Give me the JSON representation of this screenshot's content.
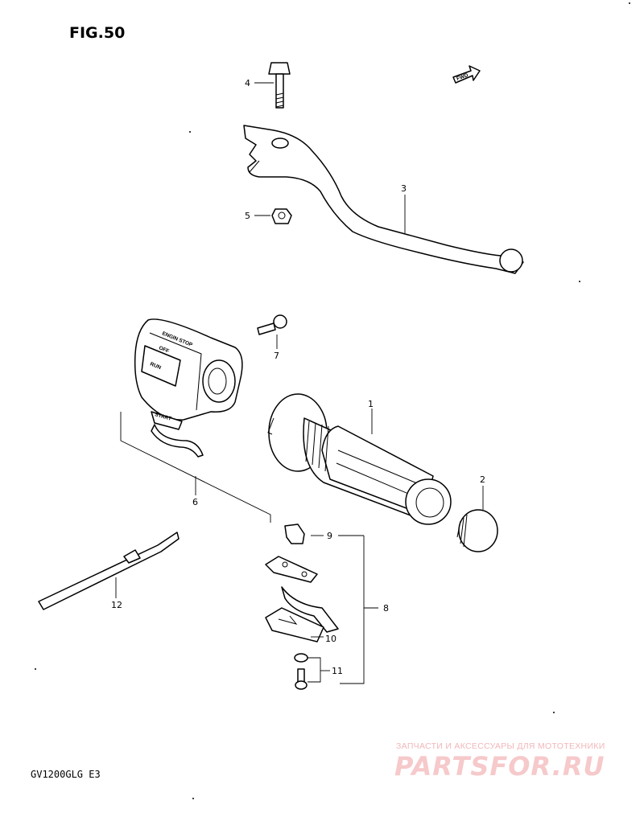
{
  "figure": {
    "title": "FIG.50",
    "model": "GV1200GLG E3",
    "fwd_label": "FWD"
  },
  "switch_labels": {
    "engine_stop": "ENGIN STOP",
    "off": "OFF",
    "run": "RUN",
    "start": "START"
  },
  "callouts": {
    "c1": "1",
    "c2": "2",
    "c3": "3",
    "c4": "4",
    "c5": "5",
    "c6": "6",
    "c7": "7",
    "c8": "8",
    "c9": "9",
    "c10": "10",
    "c11": "11",
    "c12": "12"
  },
  "watermark": {
    "tagline": "ЗАПЧАСТИ И АКСЕССУАРЫ ДЛЯ МОТОТЕХНИКИ",
    "brand": "PartsFor.ru"
  }
}
